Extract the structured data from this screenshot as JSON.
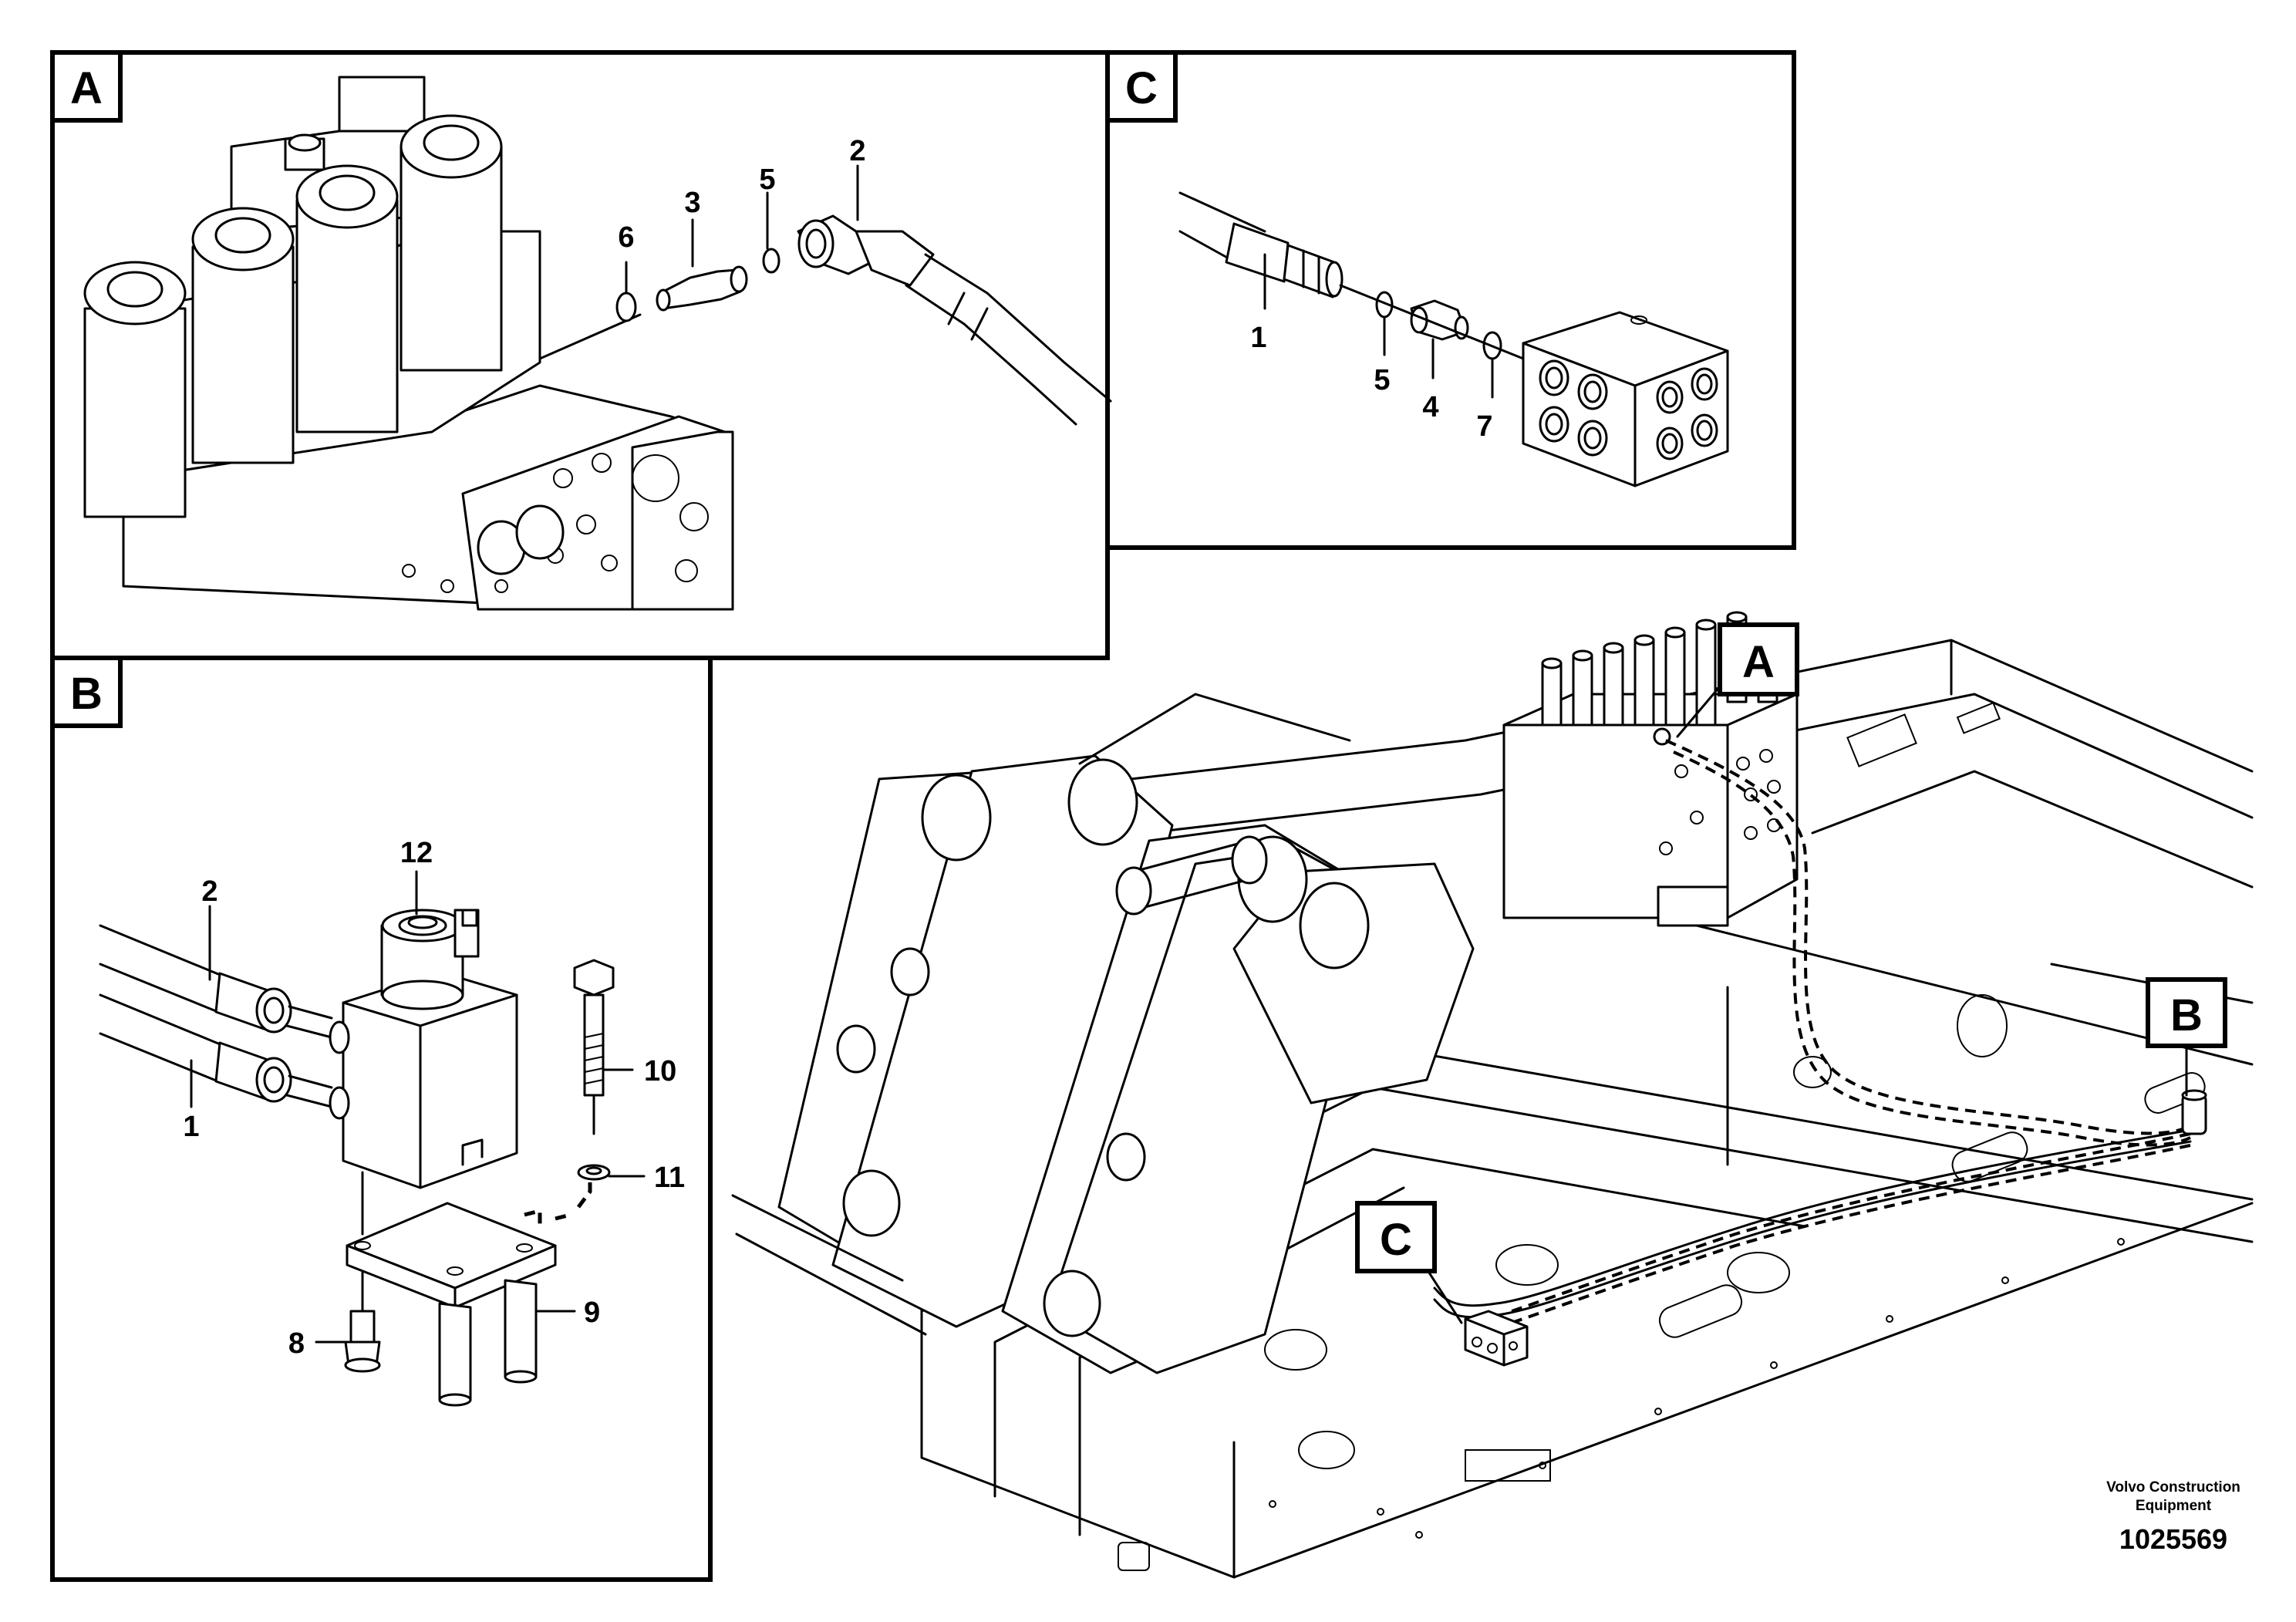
{
  "panels": {
    "A": {
      "tag": "A",
      "callouts": {
        "c2": "2",
        "c3": "3",
        "c5": "5",
        "c6": "6"
      }
    },
    "B": {
      "tag": "B",
      "callouts": {
        "c1": "1",
        "c2": "2",
        "c8": "8",
        "c9": "9",
        "c10": "10",
        "c11": "11",
        "c12": "12"
      }
    },
    "C": {
      "tag": "C",
      "callouts": {
        "c1": "1",
        "c4": "4",
        "c5": "5",
        "c7": "7"
      }
    }
  },
  "overview": {
    "tags": {
      "A": "A",
      "B": "B",
      "C": "C"
    }
  },
  "credit": {
    "line1": "Volvo Construction",
    "line2": "Equipment",
    "doc_number": "1025569"
  }
}
